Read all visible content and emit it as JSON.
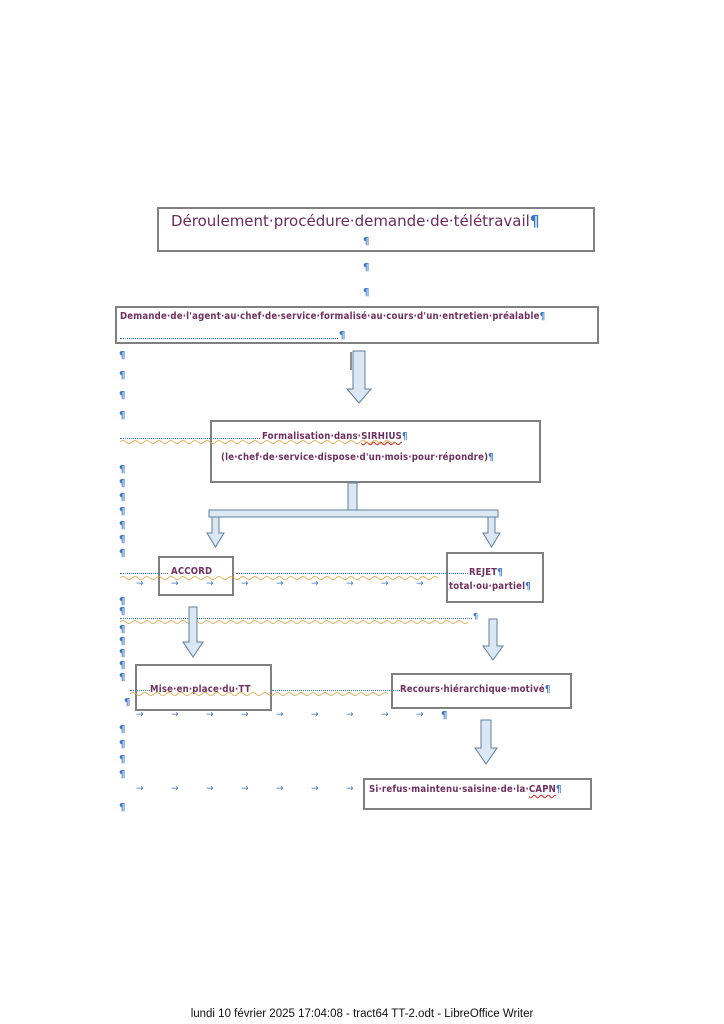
{
  "diagram": {
    "title": "Déroulement·procédure·demande·de·télétravail",
    "demande": "Demande·de·l'agent·au·chef·de·service·formalisé·au·cours·d'un·entretien·préalable",
    "formalisation_prefix": "Formalisation·dans·",
    "formalisation_tool": "SIRHIUS",
    "formalisation_note": "(le·chef·de·service·dispose·d'un·mois·pour·répondre)",
    "accord": "ACCORD",
    "rejet": "REJET",
    "rejet_detail": "total·ou·partiel",
    "mise_en_place": "Mise·en·place·du·TT",
    "recours": "Recours·hiérarchique·motivé",
    "saisine_prefix": "Si·refus·maintenu·saisine·de·la·",
    "saisine_capn": "CAPN"
  },
  "marks": {
    "pilcrow": "¶",
    "tab_arrow": "→"
  },
  "footer": {
    "text": "lundi 10 février 2025 17:04:08 - tract64 TT-2.odt - LibreOffice Writer"
  },
  "colors": {
    "text": "#70305f",
    "box_border": "#808080",
    "arrow_fill": "#dbe7f3",
    "arrow_stroke": "#5c7f9e",
    "formatting_marks": "#3a77c9"
  }
}
